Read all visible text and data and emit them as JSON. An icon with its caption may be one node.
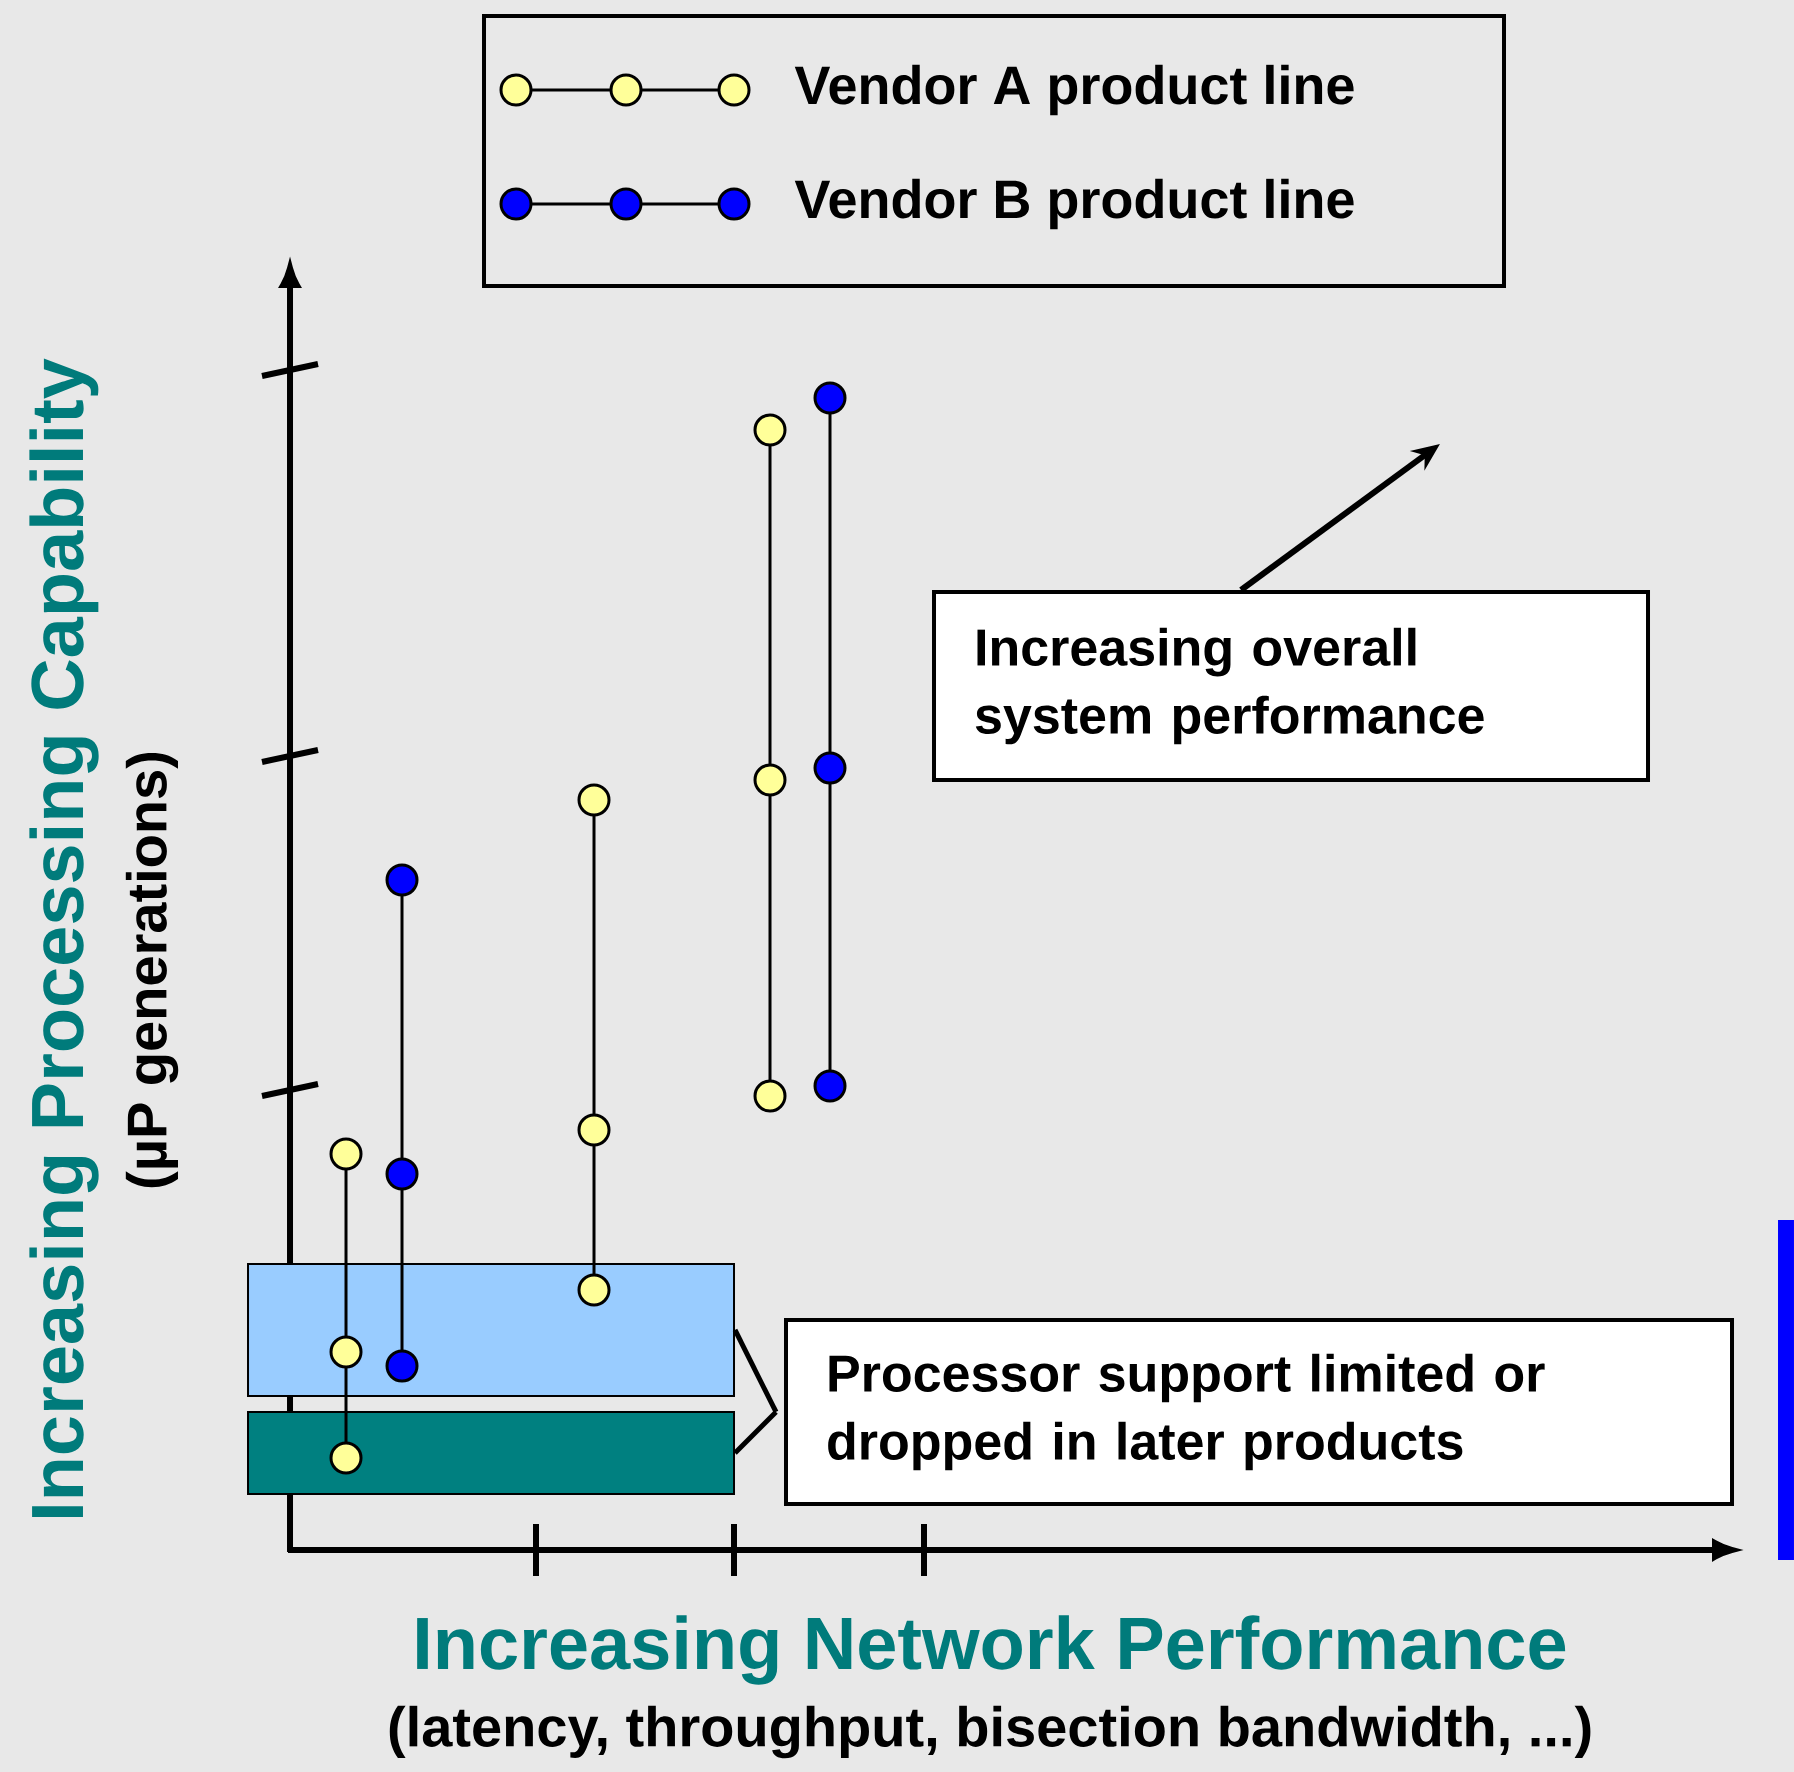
{
  "diagram": {
    "nodes": [
      {
        "text": [
          "Increasing overall system performance"
        ]
      },
      {
        "text": [],
        "shape": "bar"
      },
      {
        "text": [
          "Processor support limited or dropped in later products"
        ]
      },
      {
        "text": [],
        "shape": "bar"
      }
    ],
    "edges": [
      {
        "from": 0,
        "to": null,
        "arrow": "to"
      },
      {
        "from": 1,
        "to": 2,
        "arrow": "none"
      },
      {
        "from": 3,
        "to": 2,
        "arrow": "none"
      }
    ],
    "labels": [
      "Increasing Processing Capability",
      "(µP generations)",
      "Increasing Network Performance",
      "(latency, throughput, bisection bandwidth, ...)"
    ],
    "legend": [
      {
        "text": "Vendor A product line"
      },
      {
        "text": "Vendor B product line"
      }
    ]
  }
}
